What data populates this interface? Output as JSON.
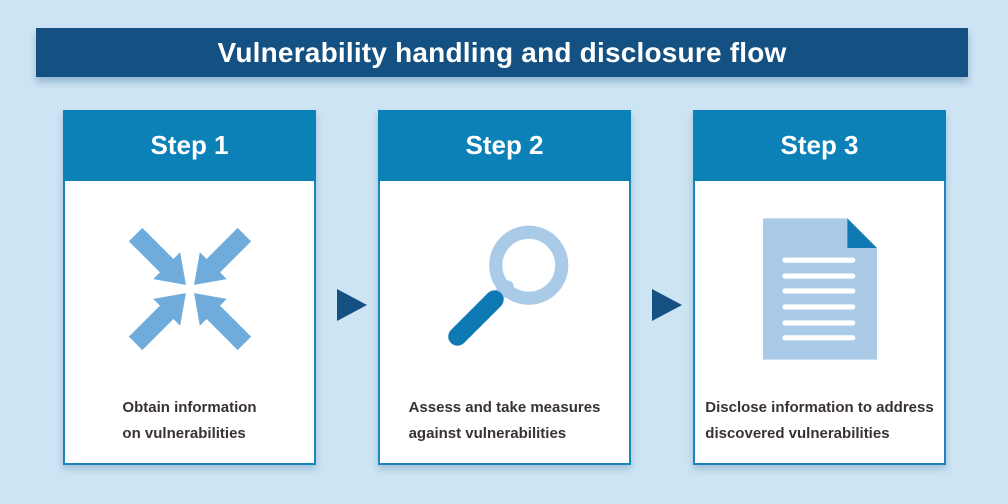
{
  "banner": {
    "title": "Vulnerability handling and disclosure flow"
  },
  "steps": [
    {
      "label": "Step 1",
      "icon": "converging-arrows-icon",
      "caption_lines": [
        "Obtain information",
        "on vulnerabilities"
      ]
    },
    {
      "label": "Step 2",
      "icon": "magnifying-glass-icon",
      "caption_lines": [
        "Assess and take measures",
        "against vulnerabilities"
      ]
    },
    {
      "label": "Step 3",
      "icon": "document-icon",
      "caption_lines": [
        "Disclose information to address",
        "discovered vulnerabilities"
      ]
    }
  ],
  "connectors": [
    {
      "icon": "right-arrow-triangle"
    },
    {
      "icon": "right-arrow-triangle"
    }
  ],
  "colors": {
    "background": "#CDE4F4",
    "banner_bar": "#155082",
    "step_header": "#0C81B8",
    "box_border": "#1B86BB",
    "icon_light_blue": "#A9CBE8",
    "icon_medium_blue": "#6FACDB",
    "icon_dark_blue": "#0E79B2",
    "connector_arrow": "#155082",
    "caption_text": "#3A3132"
  }
}
